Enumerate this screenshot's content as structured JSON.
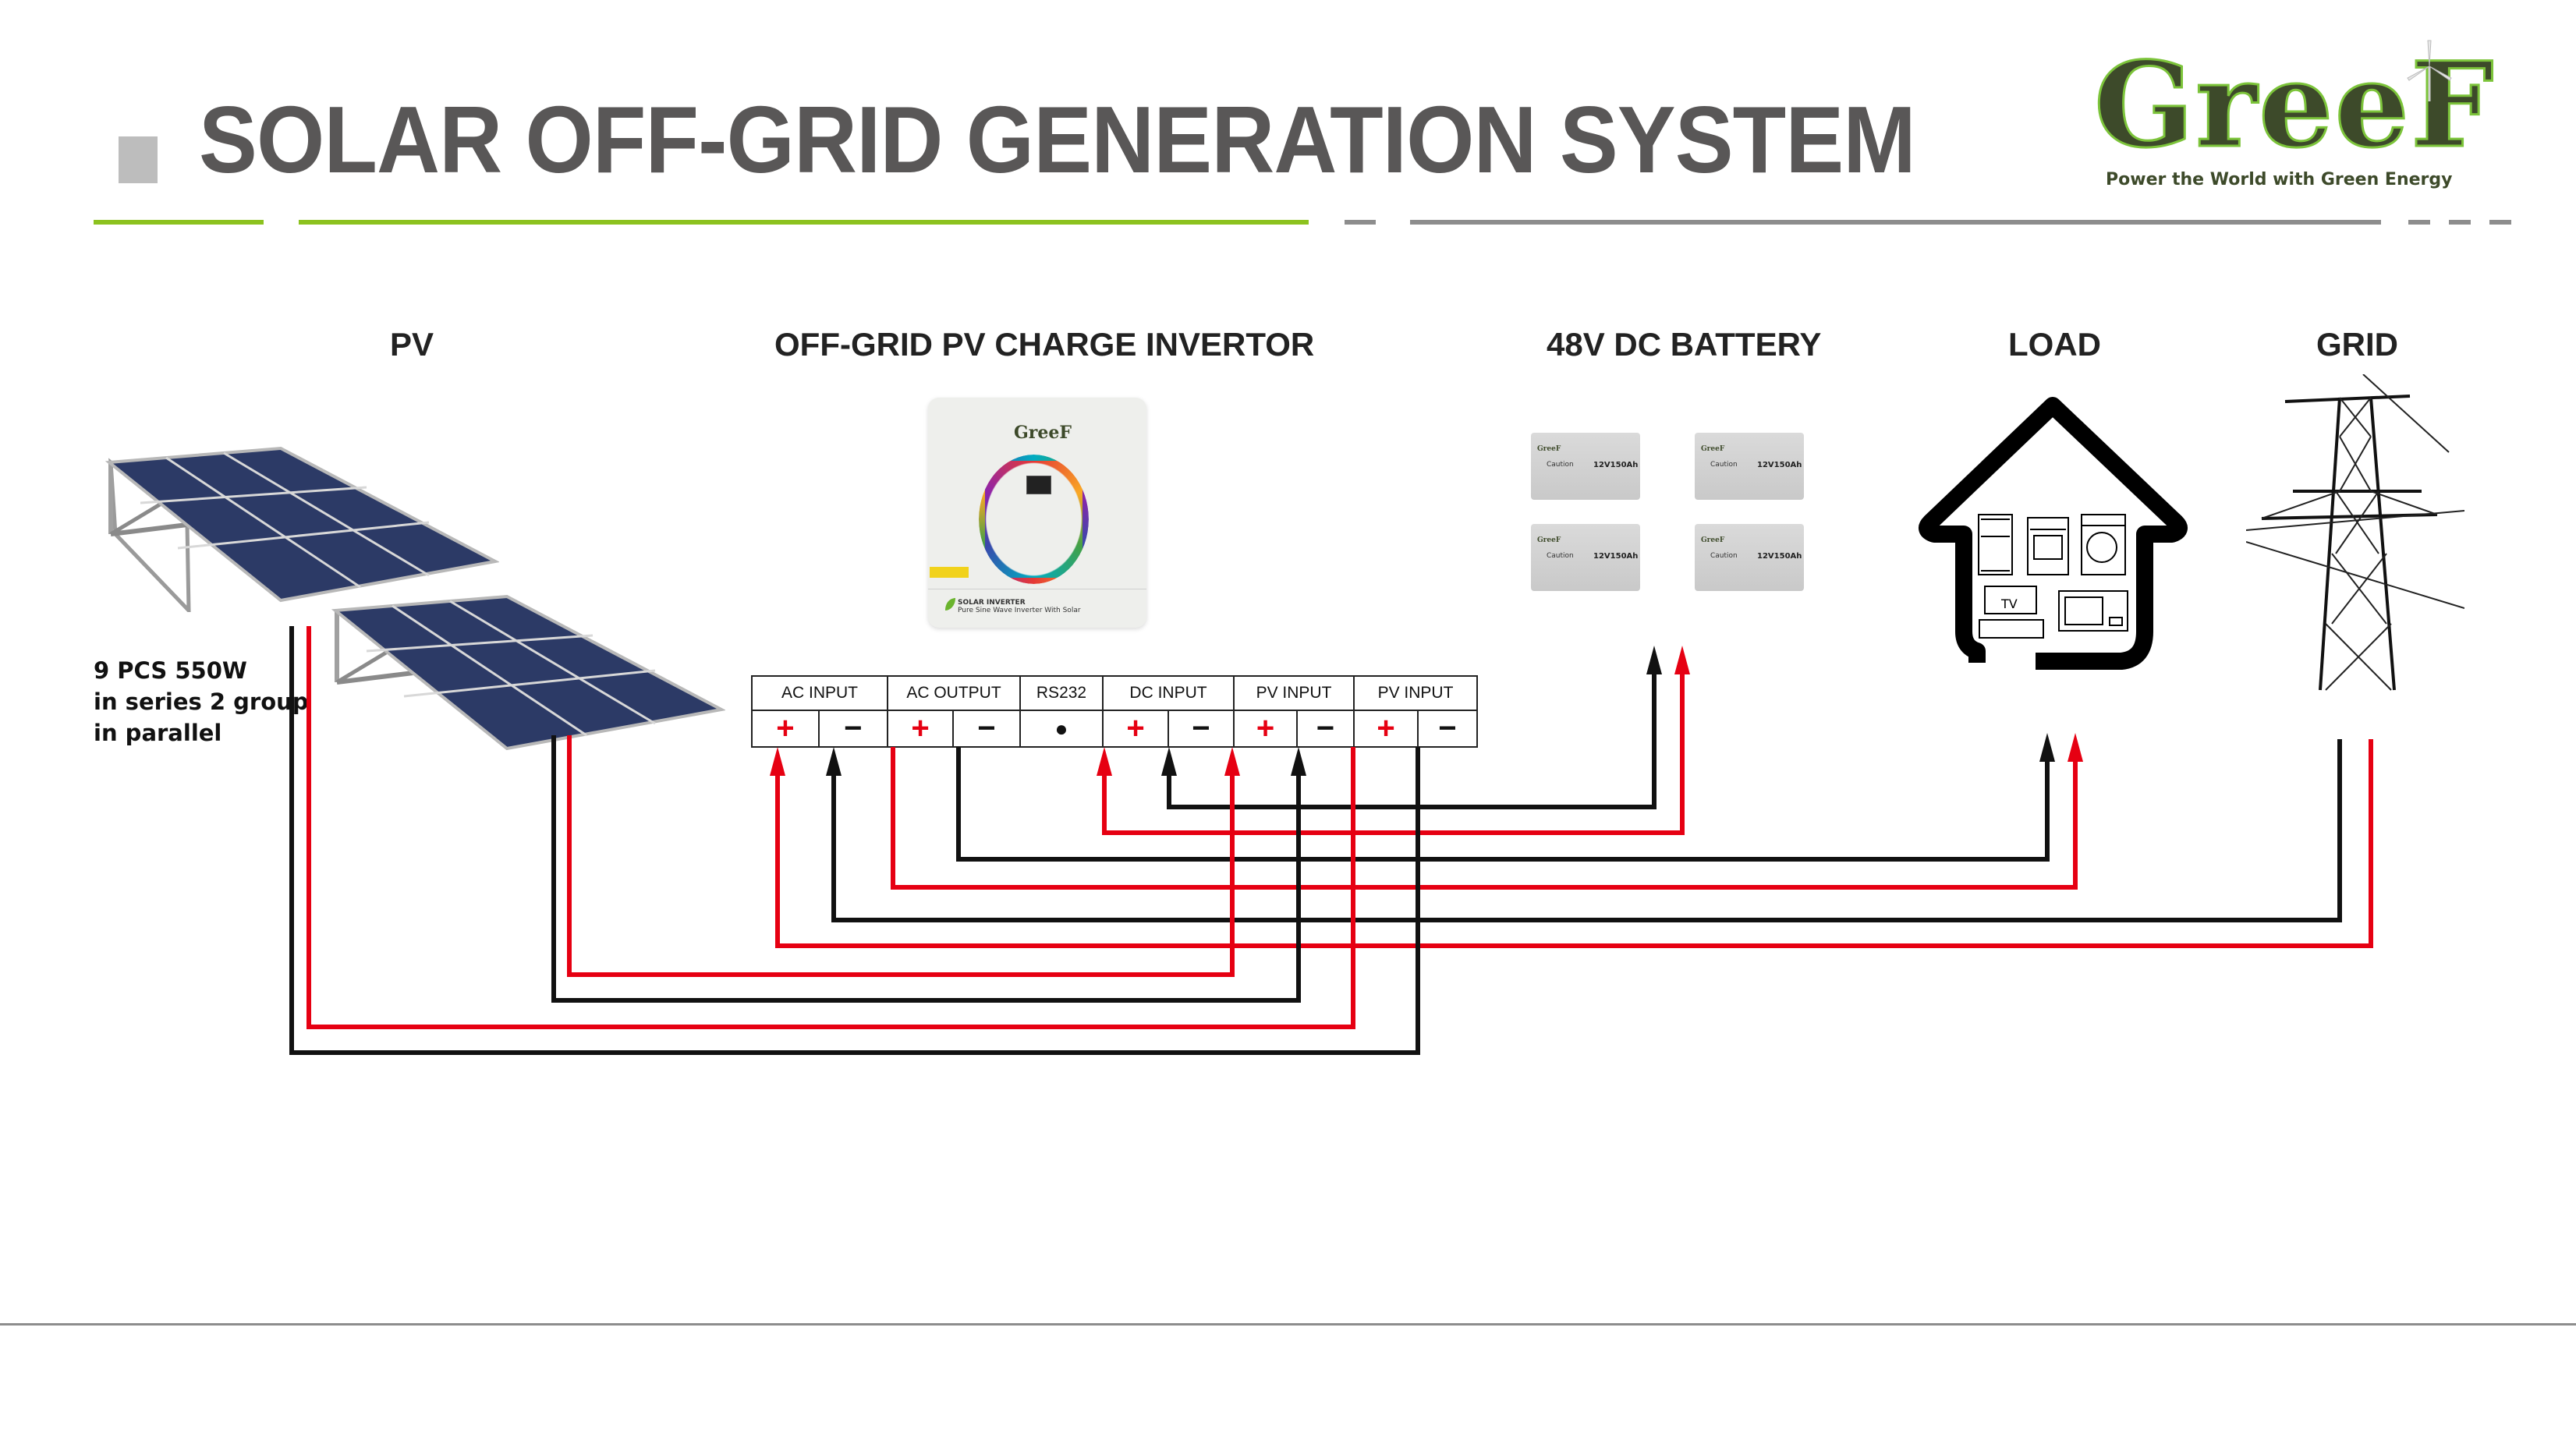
{
  "header": {
    "title": "SOLAR OFF-GRID GENERATION SYSTEM",
    "brand_name": "GreeF",
    "brand_tagline": "Power the World with Green Energy"
  },
  "colors": {
    "accent_green": "#8cc21f",
    "rule_gray": "#8d8d8d",
    "title_gray": "#595757",
    "positive_wire": "#e60012",
    "negative_wire": "#111111",
    "panel_blue": "#2c3a66"
  },
  "sections": {
    "pv": "PV",
    "inverter": "OFF-GRID PV CHARGE INVERTOR",
    "battery": "48V DC BATTERY",
    "load": "LOAD",
    "grid": "GRID"
  },
  "pv_note": {
    "line1": "9 PCS 550W",
    "line2": "in series 2 group",
    "line3": "in parallel"
  },
  "inverter": {
    "brand": "GreeF",
    "label": "SOLAR INVERTER",
    "sublabel": "Pure Sine Wave Inverter With Solar"
  },
  "batteries": [
    {
      "brand": "GreeF",
      "caution": "Caution",
      "rating": "12V150Ah"
    },
    {
      "brand": "GreeF",
      "caution": "Caution",
      "rating": "12V150Ah"
    },
    {
      "brand": "GreeF",
      "caution": "Caution",
      "rating": "12V150Ah"
    },
    {
      "brand": "GreeF",
      "caution": "Caution",
      "rating": "12V150Ah"
    }
  ],
  "load": {
    "appliances": [
      "refrigerator",
      "stove",
      "washing-machine",
      "tv",
      "microwave"
    ],
    "tv_label": "TV"
  },
  "terminals": {
    "groups": [
      "AC INPUT",
      "AC OUTPUT",
      "RS232",
      "DC INPUT",
      "PV INPUT",
      "PV INPUT"
    ],
    "polarity": {
      "positive": "+",
      "negative": "−",
      "dot": "●"
    }
  },
  "connections": [
    {
      "from": "DC INPUT −",
      "to": "48V DC BATTERY −",
      "polarity": "negative"
    },
    {
      "from": "DC INPUT +",
      "to": "48V DC BATTERY +",
      "polarity": "positive"
    },
    {
      "from": "AC OUTPUT −",
      "to": "LOAD −",
      "polarity": "negative"
    },
    {
      "from": "AC OUTPUT +",
      "to": "LOAD +",
      "polarity": "positive"
    },
    {
      "from": "GRID −",
      "to": "AC INPUT −",
      "polarity": "negative"
    },
    {
      "from": "GRID +",
      "to": "AC INPUT +",
      "polarity": "positive"
    },
    {
      "from": "PV group 2 +",
      "to": "PV INPUT 1 +",
      "polarity": "positive"
    },
    {
      "from": "PV group 2 −",
      "to": "PV INPUT 1 −",
      "polarity": "negative"
    },
    {
      "from": "PV group 1 +",
      "to": "PV INPUT 2 +",
      "polarity": "positive"
    },
    {
      "from": "PV group 1 −",
      "to": "PV INPUT 2 −",
      "polarity": "negative"
    }
  ]
}
